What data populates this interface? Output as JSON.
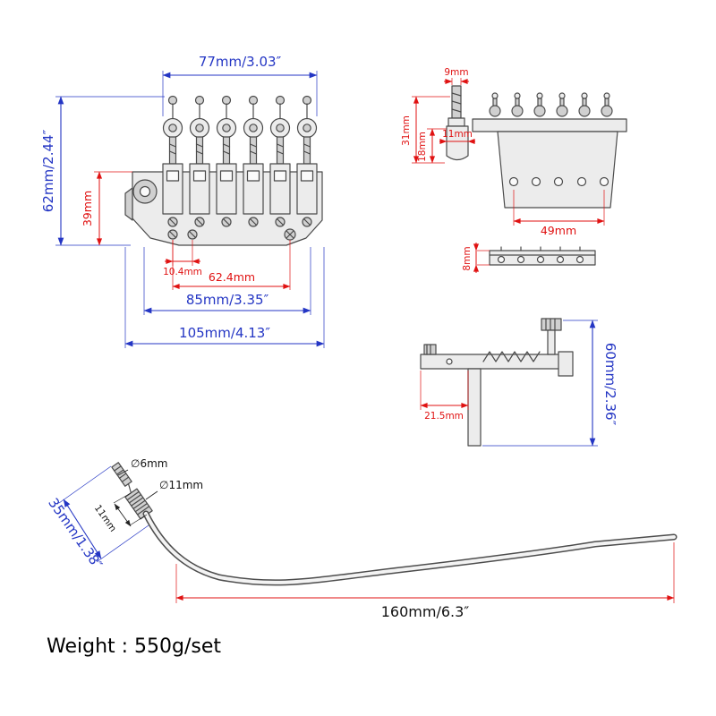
{
  "colors": {
    "dimension_red": "#e01212",
    "dimension_blue": "#2436c4",
    "drawing_ink": "#4a4a4a",
    "background": "#ffffff"
  },
  "front": {
    "dim_top_width": "77mm/3.03″",
    "dim_total_height": "62mm/2.44″",
    "dim_plate_height": "39mm",
    "dim_hole_gap": "10.4mm",
    "dim_stud_span": "62.4mm",
    "dim_plate_width": "85mm/3.35″",
    "dim_total_width": "105mm/4.13″"
  },
  "side": {
    "dim_post_width": "9mm",
    "dim_height": "31mm",
    "dim_block_width": "11mm",
    "dim_block_height": "18mm",
    "dim_hole_span": "49mm",
    "dim_nut_height": "8mm"
  },
  "clamp": {
    "dim_height": "60mm/2.36″",
    "dim_base_offset": "21.5mm"
  },
  "arm": {
    "dim_tip_diameter": "∅6mm",
    "dim_collar_diameter": "∅11mm",
    "dim_collar_length": "11mm",
    "dim_handle_length": "35mm/1.38″",
    "dim_total_length": "160mm/6.3″"
  },
  "footer": {
    "weight": "Weight : 550g/set"
  }
}
